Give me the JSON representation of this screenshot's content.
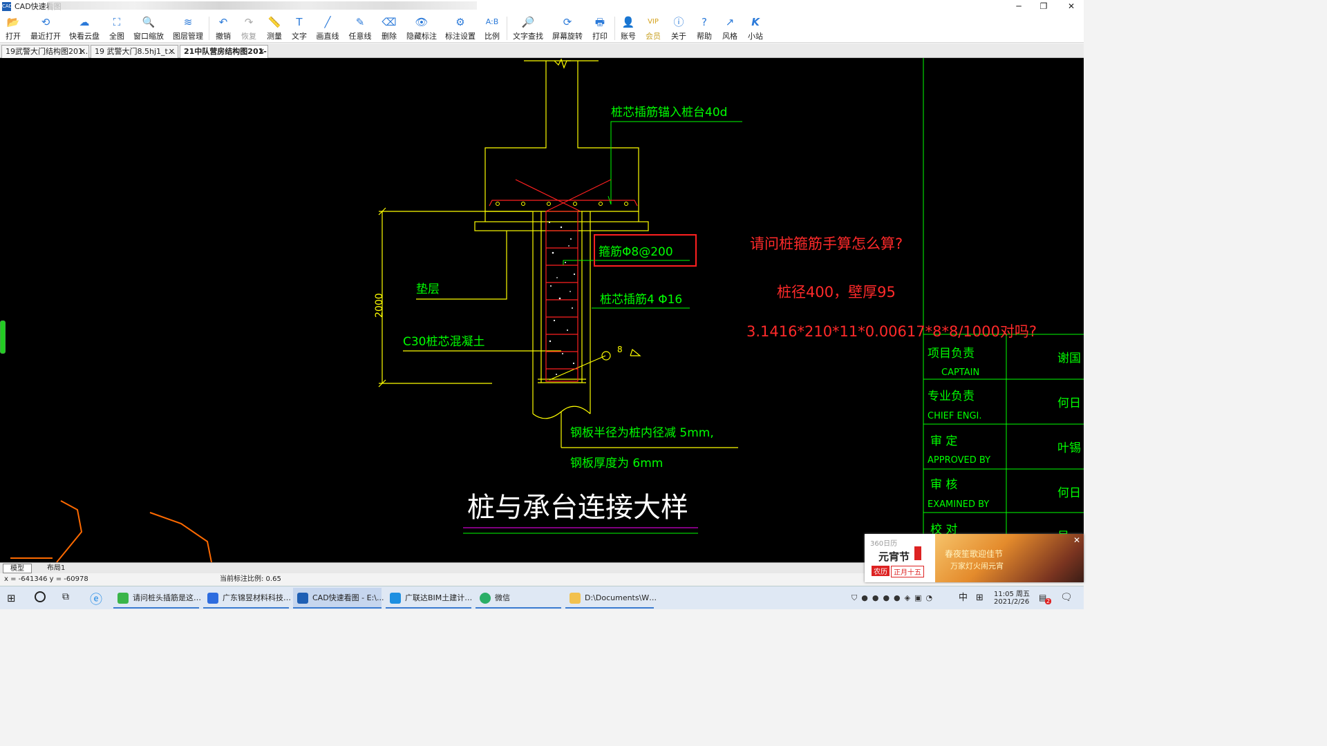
{
  "window": {
    "title": "CAD快速看图",
    "minimize": "─",
    "restore": "❐",
    "close": "✕"
  },
  "toolbar": [
    {
      "label": "打开",
      "icon": "folder-open-icon",
      "glyph": "📂"
    },
    {
      "label": "最近打开",
      "icon": "history-icon",
      "glyph": "⟲"
    },
    {
      "label": "快看云盘",
      "icon": "cloud-icon",
      "glyph": "☁"
    },
    {
      "label": "全图",
      "icon": "fit-all-icon",
      "glyph": "⛶"
    },
    {
      "label": "窗口缩放",
      "icon": "zoom-window-icon",
      "glyph": "🔍"
    },
    {
      "label": "图层管理",
      "icon": "layers-icon",
      "glyph": "≋"
    },
    {
      "label": "撤销",
      "icon": "undo-icon",
      "glyph": "↶"
    },
    {
      "label": "恢复",
      "icon": "redo-icon",
      "glyph": "↷"
    },
    {
      "label": "测量",
      "icon": "measure-icon",
      "glyph": "📏"
    },
    {
      "label": "文字",
      "icon": "text-icon",
      "glyph": "T"
    },
    {
      "label": "画直线",
      "icon": "line-icon",
      "glyph": "╱"
    },
    {
      "label": "任意线",
      "icon": "freehand-icon",
      "glyph": "✎"
    },
    {
      "label": "删除",
      "icon": "delete-icon",
      "glyph": "⌫"
    },
    {
      "label": "隐藏标注",
      "icon": "hide-annotation-icon",
      "glyph": "👁"
    },
    {
      "label": "标注设置",
      "icon": "annotation-settings-icon",
      "glyph": "⚙"
    },
    {
      "label": "比例",
      "icon": "scale-icon",
      "glyph": "A:B"
    },
    {
      "label": "文字查找",
      "icon": "text-search-icon",
      "glyph": "🔎"
    },
    {
      "label": "屏幕旋转",
      "icon": "rotate-screen-icon",
      "glyph": "⟳"
    },
    {
      "label": "打印",
      "icon": "print-icon",
      "glyph": "🖶"
    },
    {
      "label": "账号",
      "icon": "account-icon",
      "glyph": "👤"
    },
    {
      "label": "会员",
      "icon": "vip-icon",
      "glyph": "VIP"
    },
    {
      "label": "关于",
      "icon": "info-icon",
      "glyph": "ⓘ"
    },
    {
      "label": "帮助",
      "icon": "help-icon",
      "glyph": "?"
    },
    {
      "label": "风格",
      "icon": "style-icon",
      "glyph": "↗"
    },
    {
      "label": "小站",
      "icon": "k-station-icon",
      "glyph": "K"
    }
  ],
  "tabs": [
    {
      "label": "19武警大门结构图201…",
      "close": "✕"
    },
    {
      "label": "19 武警大门8.5hj1_t…",
      "close": "✕"
    },
    {
      "label": "21中队营房结构图201-",
      "close": "✕"
    }
  ],
  "drawing": {
    "annot_anchor": "桩芯插筋锚入桩台40d",
    "annot_stirrup": "箍筋Φ8@200",
    "annot_cushion": "垫层",
    "annot_rebar": "桩芯插筋4 Φ16",
    "annot_concrete": "C30桩芯混凝土",
    "dim_length": "2000",
    "dim_tag": "8",
    "annot_plate1": "钢板半径为桩内径减 5mm,",
    "annot_plate2": "钢板厚度为 6mm",
    "title": "桩与承台连接大样",
    "question1": "请问桩箍筋手算怎么算?",
    "question2": "桩径400，壁厚95",
    "question3": "3.1416*210*11*0.00617*8*8/1000对吗?",
    "titleblock": [
      {
        "cn": "项目负责",
        "en": "CAPTAIN",
        "name": "谢国"
      },
      {
        "cn": "专业负责",
        "en": "CHIEF ENGI.",
        "name": "何日"
      },
      {
        "cn": "审   定",
        "en": "APPROVED BY",
        "name": "叶锡"
      },
      {
        "cn": "审   核",
        "en": "EXAMINED BY",
        "name": "何日"
      },
      {
        "cn": "校   对",
        "en": "",
        "name": "吴"
      }
    ],
    "colors": {
      "annotation": "#00ff00",
      "structure": "#ffff00",
      "rebar": "#ff2020",
      "question": "#ff2a2a",
      "border": "#00cc00",
      "orange": "#ff6a00"
    }
  },
  "layout_tabs": [
    {
      "label": "模型"
    },
    {
      "label": "布局1"
    }
  ],
  "status": {
    "coords": "x = -641346 y = -60978",
    "scale": "当前标注比例: 0.65"
  },
  "popup": {
    "brand": "360日历",
    "festival": "元宵节",
    "lunar_tag": "农历",
    "lunar_date": "正月十五",
    "banner1": "春夜笙歌迎佳节",
    "banner2": "万家灯火闹元宵",
    "close": "✕"
  },
  "taskbar": {
    "items": [
      {
        "label": "请问桩头插筋是这…",
        "icon": "browser-icon"
      },
      {
        "label": "广东锦昱材料科技…",
        "icon": "v-app-icon"
      },
      {
        "label": "CAD快速看图 - E:\\...",
        "icon": "cad-icon"
      },
      {
        "label": "广联达BIM土建计…",
        "icon": "glodon-icon"
      },
      {
        "label": "微信",
        "icon": "wechat-icon"
      },
      {
        "label": "D:\\Documents\\W…",
        "icon": "folder-icon"
      }
    ],
    "ime": "中",
    "time": "11:05 周五",
    "date": "2021/2/26",
    "notif": "2"
  }
}
